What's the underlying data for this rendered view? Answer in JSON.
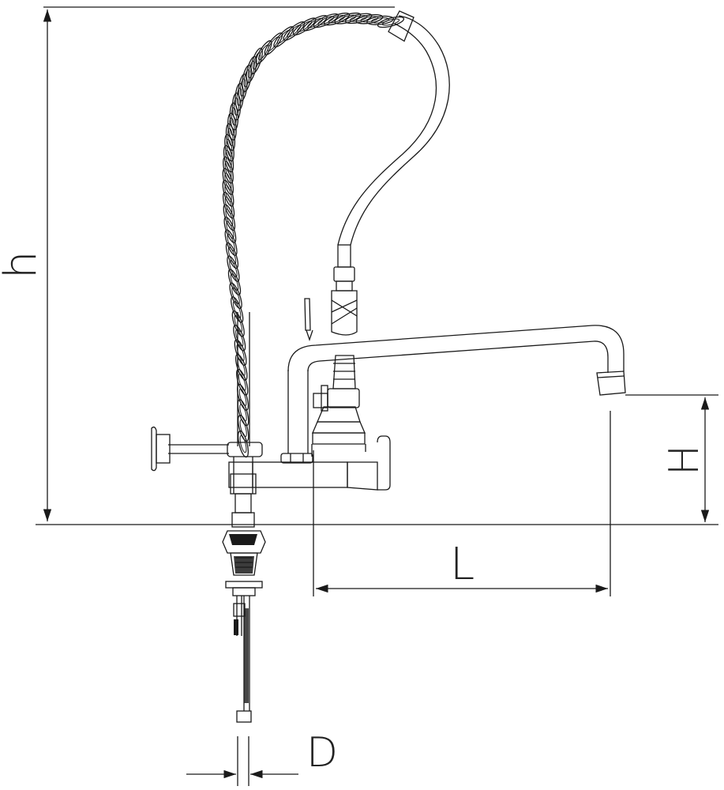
{
  "dimensions": {
    "h": "h",
    "H": "H",
    "L": "L",
    "D": "D"
  },
  "colors": {
    "line": "#1a1a1a",
    "background": "#ffffff"
  }
}
